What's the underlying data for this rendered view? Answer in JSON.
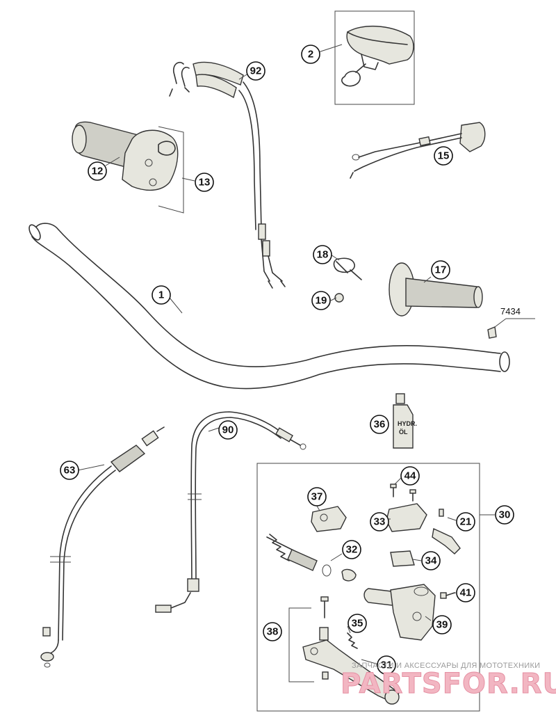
{
  "callouts": [
    {
      "id": "c2",
      "label": "2"
    },
    {
      "id": "c92",
      "label": "92"
    },
    {
      "id": "c12",
      "label": "12"
    },
    {
      "id": "c13",
      "label": "13"
    },
    {
      "id": "c15",
      "label": "15"
    },
    {
      "id": "c18",
      "label": "18"
    },
    {
      "id": "c19",
      "label": "19"
    },
    {
      "id": "c17",
      "label": "17"
    },
    {
      "id": "c1",
      "label": "1"
    },
    {
      "id": "c36",
      "label": "36"
    },
    {
      "id": "c90",
      "label": "90"
    },
    {
      "id": "c63",
      "label": "63"
    },
    {
      "id": "c44",
      "label": "44"
    },
    {
      "id": "c30",
      "label": "30"
    },
    {
      "id": "c37",
      "label": "37"
    },
    {
      "id": "c33",
      "label": "33"
    },
    {
      "id": "c21",
      "label": "21"
    },
    {
      "id": "c32",
      "label": "32"
    },
    {
      "id": "c34",
      "label": "34"
    },
    {
      "id": "c41",
      "label": "41"
    },
    {
      "id": "c39",
      "label": "39"
    },
    {
      "id": "c35",
      "label": "35"
    },
    {
      "id": "c38",
      "label": "38"
    },
    {
      "id": "c31",
      "label": "31"
    }
  ],
  "part_code_label": "7434",
  "bottle_label_line1": "HYDR.",
  "bottle_label_line2": "ÖL",
  "watermark": {
    "caption": "ЗАПЧАСТИ И АКСЕССУАРЫ ДЛЯ МОТОТЕХНИКИ",
    "brand": "PARTSFOR.RU"
  }
}
